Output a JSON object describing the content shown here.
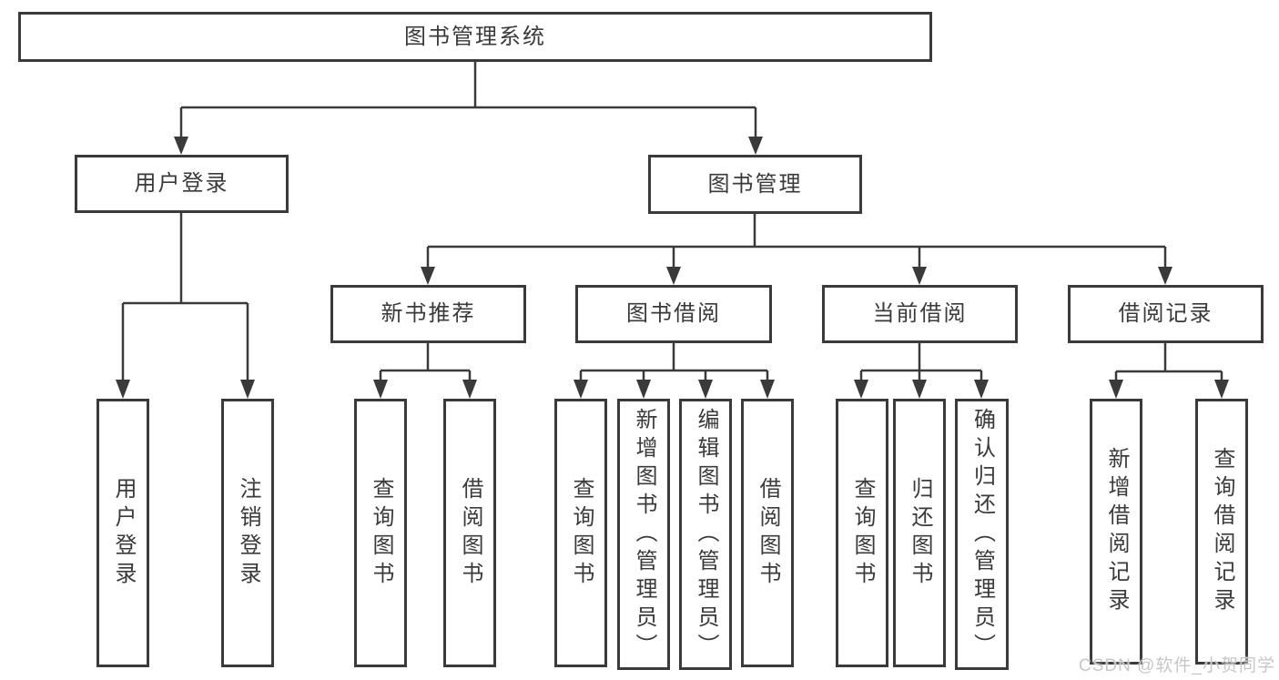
{
  "colors": {
    "line": "#3a3a3a",
    "text": "#3a3a3a",
    "box_background": "#ffffff",
    "page_background": "#ffffff",
    "watermark": "#c7c7c7"
  },
  "diagram": {
    "type": "tree",
    "nodes": {
      "root": {
        "label": "图书管理系统"
      },
      "level2": [
        {
          "id": "user-login-branch",
          "label": "用户登录",
          "parent": "图书管理系统"
        },
        {
          "id": "book-management-branch",
          "label": "图书管理",
          "parent": "图书管理系统"
        }
      ],
      "level3": [
        {
          "id": "new-book-recommend",
          "label": "新书推荐",
          "parent": "图书管理"
        },
        {
          "id": "book-borrow",
          "label": "图书借阅",
          "parent": "图书管理"
        },
        {
          "id": "current-borrow",
          "label": "当前借阅",
          "parent": "图书管理"
        },
        {
          "id": "borrow-records",
          "label": "借阅记录",
          "parent": "图书管理"
        }
      ],
      "leaves": [
        {
          "label": "用户登录",
          "parent": "用户登录"
        },
        {
          "label": "注销登录",
          "parent": "用户登录"
        },
        {
          "label": "查询图书",
          "parent": "新书推荐"
        },
        {
          "label": "借阅图书",
          "parent": "新书推荐"
        },
        {
          "label": "查询图书",
          "parent": "图书借阅"
        },
        {
          "label": "新增图书（管理员）",
          "parent": "图书借阅"
        },
        {
          "label": "编辑图书（管理员）",
          "parent": "图书借阅"
        },
        {
          "label": "借阅图书",
          "parent": "图书借阅"
        },
        {
          "label": "查询图书",
          "parent": "当前借阅"
        },
        {
          "label": "归还图书",
          "parent": "当前借阅"
        },
        {
          "label": "确认归还（管理员）",
          "parent": "当前借阅"
        },
        {
          "label": "新增借阅记录",
          "parent": "借阅记录"
        },
        {
          "label": "查询借阅记录",
          "parent": "借阅记录"
        }
      ]
    },
    "watermark": "CSDN @软件_小贺同学"
  }
}
